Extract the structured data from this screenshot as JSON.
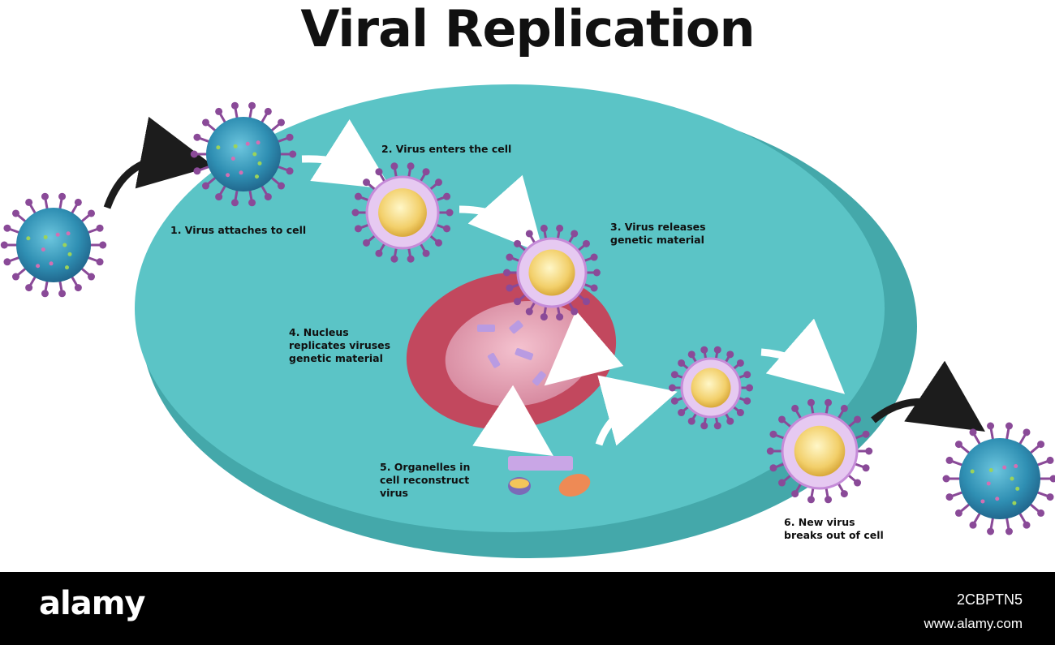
{
  "title": "Viral Replication",
  "steps": [
    {
      "id": 1,
      "label": "1. Virus attaches to cell"
    },
    {
      "id": 2,
      "label": "2. Virus enters the cell"
    },
    {
      "id": 3,
      "label": "3. Virus releases\ngenetic material"
    },
    {
      "id": 4,
      "label": "4. Nucleus\nreplicates viruses\ngenetic material"
    },
    {
      "id": 5,
      "label": "5. Organelles in\ncell reconstruct\nvirus"
    },
    {
      "id": 6,
      "label": "6. New virus\nbreaks out of cell"
    }
  ],
  "footer": {
    "logo": "alamy",
    "image_id": "2CBPTN5",
    "url": "www.alamy.com"
  },
  "colors": {
    "cell_top": "#5bc4c6",
    "cell_side": "#44a8aa",
    "nucleus_outer": "#c2485e",
    "nucleus_inner": "#e7a2b2",
    "virus_body": "#2f8fb3",
    "virus_spike": "#8a4a98",
    "arrow_black": "#1c1c1c",
    "arrow_white": "#ffffff"
  }
}
